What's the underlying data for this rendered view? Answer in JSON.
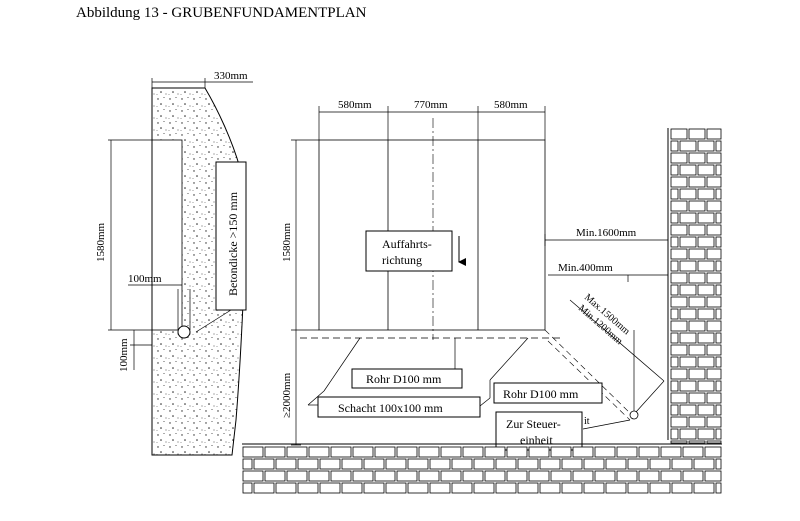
{
  "title": "Abbildung 13 - GRUBENFUNDAMENTPLAN",
  "side_section": {
    "width_top": "330mm",
    "height_left": "1580mm",
    "offset": "100mm",
    "bottom_offset": "100mm",
    "concrete_note": "Betondicke >150 mm"
  },
  "plan": {
    "width_left": "580mm",
    "width_center": "770mm",
    "width_right": "580mm",
    "height_upper": "1580mm",
    "height_lower": "≥2000mm",
    "direction_line1": "Auffahrts-",
    "direction_line2": "richtung",
    "min_1600": "Min.1600mm",
    "min_400": "Min.400mm",
    "max_1500": "Max.1500mm",
    "min_1200": "Min.1200mm",
    "pipe_left": "Rohr D100 mm",
    "pipe_right": "Rohr D100 mm",
    "shaft": "Schacht 100x100 mm",
    "controller_line1": "Zur Steuer-",
    "controller_line2": "einheit",
    "controller_suffix": "it"
  }
}
